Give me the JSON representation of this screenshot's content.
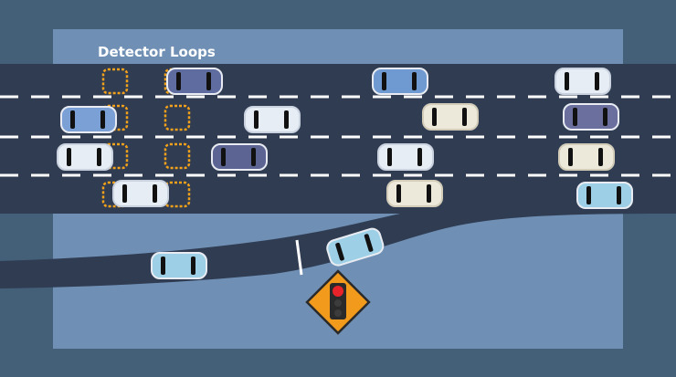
{
  "diagram": {
    "title_label": "Detector Loops",
    "colors": {
      "ground": "#3f5b73",
      "panel": "#6f8fb4",
      "road": "#2f3c52",
      "lane_marking": "#ffffff",
      "detector_loop": "#f3a11a",
      "sign_fill": "#f29a1c",
      "signal_red": "#e8232a"
    },
    "signal_sign": "ramp-meter-signal-icon",
    "highway_lanes": 4,
    "on_ramp_lanes": 1
  }
}
